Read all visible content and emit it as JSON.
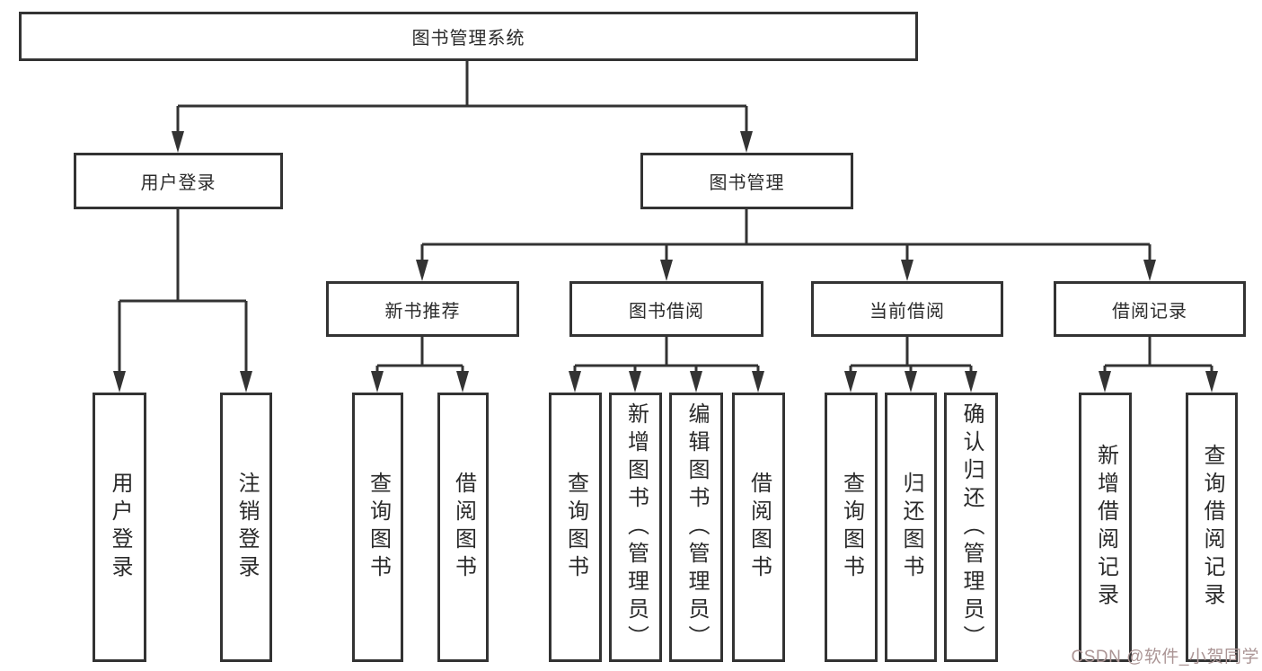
{
  "diagram": {
    "title": "图书管理系统",
    "root": {
      "label": "图书管理系统"
    },
    "level2": [
      {
        "label": "用户登录"
      },
      {
        "label": "图书管理"
      }
    ],
    "level3": [
      {
        "label": "新书推荐"
      },
      {
        "label": "图书借阅"
      },
      {
        "label": "当前借阅"
      },
      {
        "label": "借阅记录"
      }
    ],
    "leaves": {
      "user_login": [
        "用户登录",
        "注销登录"
      ],
      "new_book": [
        "查询图书",
        "借阅图书"
      ],
      "book_borrow": [
        "查询图书",
        "新增图书（管理员）",
        "编辑图书（管理员）",
        "借阅图书"
      ],
      "current_borrow": [
        "查询图书",
        "归还图书",
        "确认归还（管理员）"
      ],
      "borrow_record": [
        "新增借阅记录",
        "查询借阅记录"
      ]
    }
  },
  "watermark": {
    "text": "CSDN @软件_小贺同学",
    "color": "#ab9595"
  },
  "colors": {
    "background": "#ffffff",
    "box_border": "#333333",
    "connector": "#333333",
    "text": "#2b2b2b"
  }
}
